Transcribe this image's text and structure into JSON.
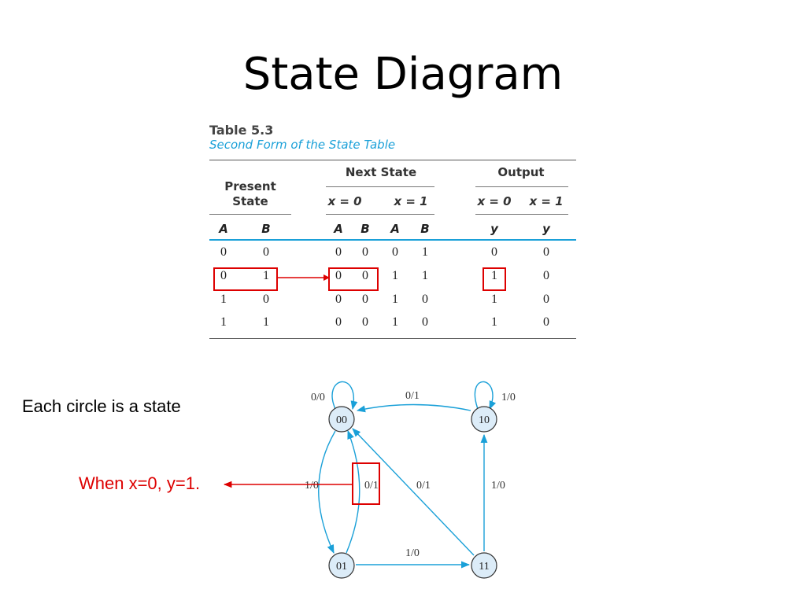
{
  "slide": {
    "title": "State Diagram",
    "note": "Each circle is a state",
    "callout": "When x=0, y=1."
  },
  "table": {
    "number": "Table 5.3",
    "caption": "Second Form of the State Table",
    "header_present": [
      "Present",
      "State"
    ],
    "header_next": "Next State",
    "header_output": "Output",
    "sub_next": [
      "x = 0",
      "x = 1"
    ],
    "sub_output": [
      "x = 0",
      "x = 1"
    ],
    "vars": [
      "A",
      "B",
      "A",
      "B",
      "A",
      "B",
      "y",
      "y"
    ],
    "rows": [
      [
        "0",
        "0",
        "0",
        "0",
        "0",
        "1",
        "0",
        "0"
      ],
      [
        "0",
        "1",
        "0",
        "0",
        "1",
        "1",
        "1",
        "0"
      ],
      [
        "1",
        "0",
        "0",
        "0",
        "1",
        "0",
        "1",
        "0"
      ],
      [
        "1",
        "1",
        "0",
        "0",
        "1",
        "0",
        "1",
        "0"
      ]
    ],
    "highlight_row": 1
  },
  "diagram": {
    "states": [
      "00",
      "10",
      "01",
      "11"
    ],
    "edge_labels": {
      "loop_00": "0/0",
      "loop_10": "1/0",
      "e_10_00": "0/1",
      "e_00_01": "1/0",
      "e_01_00": "0/1",
      "e_11_00": "0/1",
      "e_11_10": "1/0",
      "e_01_11": "1/0"
    }
  },
  "colors": {
    "arrow": "#1aa0d8",
    "node_fill": "#dcecf8",
    "highlight": "#dd0000",
    "caption": "#1aa0d8"
  }
}
